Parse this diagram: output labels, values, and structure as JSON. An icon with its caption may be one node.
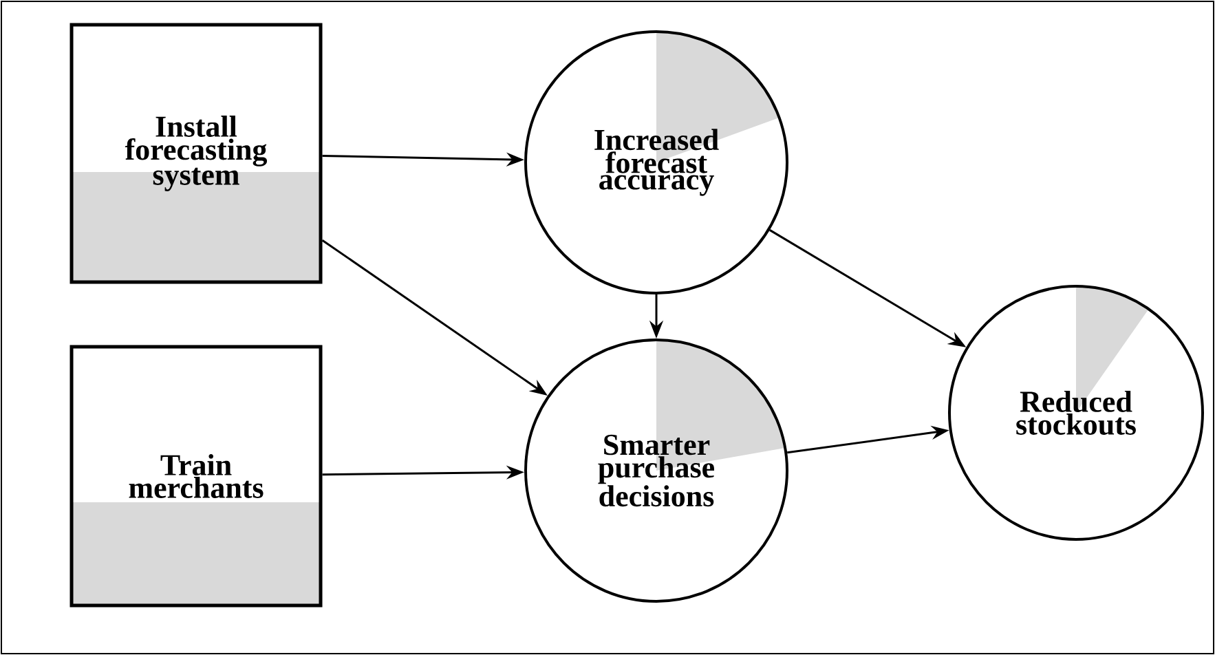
{
  "diagram": {
    "nodes": [
      {
        "text": [
          "Install forecasting system"
        ]
      },
      {
        "text": [
          "Increased forecast accuracy"
        ]
      },
      {
        "text": [
          "Train merchants"
        ]
      },
      {
        "text": [
          "Smarter purchase decisions"
        ]
      },
      {
        "text": [
          "Reduced stockouts"
        ]
      }
    ],
    "edges": [
      {
        "from": 0,
        "to": 1,
        "arrow": "to"
      },
      {
        "from": 0,
        "to": 3,
        "arrow": "to"
      },
      {
        "from": 1,
        "to": 3,
        "arrow": "to"
      },
      {
        "from": 2,
        "to": 3,
        "arrow": "to"
      },
      {
        "from": 1,
        "to": 4,
        "arrow": "to"
      },
      {
        "from": 3,
        "to": 4,
        "arrow": "to"
      }
    ]
  }
}
